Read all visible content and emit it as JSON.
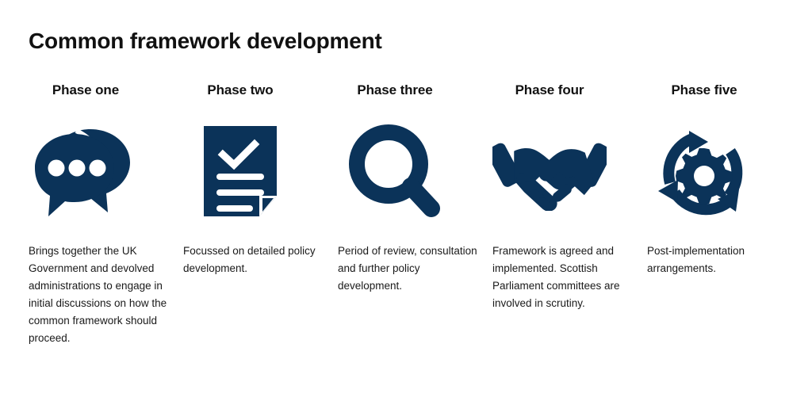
{
  "page": {
    "title": "Common framework development",
    "background_color": "#ffffff",
    "text_color": "#111111",
    "accent_color": "#0b3359"
  },
  "phases": [
    {
      "heading": "Phase one",
      "icon": "speech-bubbles-icon",
      "description": "Brings together the UK Government and devolved administrations to engage in initial discussions on how the common framework should proceed."
    },
    {
      "heading": "Phase two",
      "icon": "checked-document-icon",
      "description": "Focussed on detailed policy development."
    },
    {
      "heading": "Phase three",
      "icon": "magnifying-glass-icon",
      "description": "Period of review, consultation and further policy development."
    },
    {
      "heading": "Phase four",
      "icon": "handshake-icon",
      "description": "Framework is agreed and implemented. Scottish Parliament committees are involved in scrutiny."
    },
    {
      "heading": "Phase five",
      "icon": "cycle-gear-icon",
      "description": "Post-implementation arrangements."
    }
  ]
}
